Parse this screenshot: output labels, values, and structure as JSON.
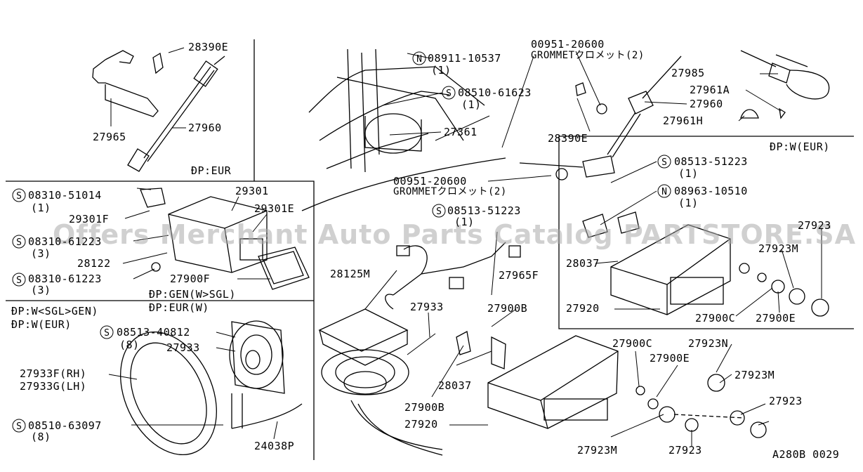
{
  "watermark": "Offers Merchant Auto Parts Catalog PARTSTORE.SA",
  "figure_code": "A280B 0029",
  "labels": {
    "p28390E_a": "28390E",
    "p27965": "27965",
    "p27960_a": "27960",
    "op_eur_a": "ÐP:EUR",
    "s08310_51014": "08310-51014",
    "q1_a": "(1)",
    "p29301": "29301",
    "p29301F": "29301F",
    "p29301E": "29301E",
    "s08310_61223_a": "08310-61223",
    "q3_a": "(3)",
    "p28122": "28122",
    "s08310_61223_b": "08310-61223",
    "q3_b": "(3)",
    "p27900F": "27900F",
    "op_gen": "ÐP:GEN(W>SGL)",
    "op_eur_w": "ÐP:EUR(W)",
    "op_w_sgl": "ÐP:W<SGL>GEN)",
    "op_w_eur_a": "ÐP:W(EUR)",
    "s08513_40812": "08513-40812",
    "q8_a": "(8)",
    "p27933_a": "27933",
    "p27933F": "27933F(RH)",
    "p27933G": "27933G(LH)",
    "s08510_63097": "08510-63097",
    "q8_b": "(8)",
    "p24038P": "24038P",
    "n08911": "08911-10537",
    "q1_b": "(1)",
    "s08510_61623": "08510-61623",
    "q1_c": "(1)",
    "p27361": "27361",
    "g00951_top": "00951-20600",
    "grommet_top": "GROMMETクロメット(2)",
    "p28390E_b": "28390E",
    "g00951_mid": "00951-20600",
    "grommet_mid": "GROMMETクロメット(2)",
    "s08513_51223_a": "08513-51223",
    "q1_d": "(1)",
    "p28125M": "28125M",
    "p27965F": "27965F",
    "p27933_b": "27933",
    "p27900B_a": "27900B",
    "p28037_a": "28037",
    "p27900B_b": "27900B",
    "p27920_a": "27920",
    "p27900C_a": "27900C",
    "p27900E_a": "27900E",
    "p27923M_a": "27923M",
    "p27923_a": "27923",
    "p27923N": "27923N",
    "p27923M_b": "27923M",
    "p27923_b": "27923",
    "p27985": "27985",
    "p27961A": "27961A",
    "p27960_b": "27960",
    "p27961H": "27961H",
    "op_w_eur_b": "ÐP:W(EUR)",
    "s08513_51223_b": "08513-51223",
    "q1_e": "(1)",
    "n08963": "08963-10510",
    "q1_f": "(1)",
    "p27923_c": "27923",
    "p27923M_c": "27923M",
    "p28037_b": "28037",
    "p27920_b": "27920",
    "p27900C_b": "27900C",
    "p27900E_b": "27900E"
  },
  "markers": {
    "s": "S",
    "n": "N"
  }
}
